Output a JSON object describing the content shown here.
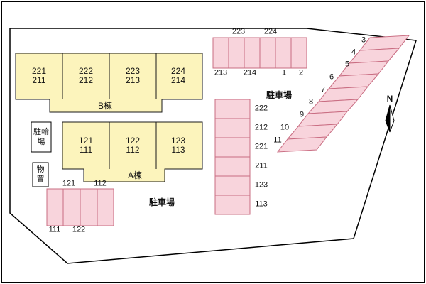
{
  "colors": {
    "building-fill": "#fcf4bc",
    "stall-fill": "#f8d4dc",
    "stall-stroke": "#c96d82"
  },
  "labels": {
    "parking_lot": "駐車場",
    "bicycle_lines": [
      "駐輪",
      "場"
    ],
    "storage_lines": [
      "物",
      "置"
    ],
    "north": "N"
  },
  "buildings": {
    "b": {
      "name": "B棟",
      "units": [
        {
          "upper": "221",
          "lower": "211"
        },
        {
          "upper": "222",
          "lower": "212"
        },
        {
          "upper": "223",
          "lower": "213"
        },
        {
          "upper": "224",
          "lower": "214"
        }
      ]
    },
    "a": {
      "name": "A棟",
      "units": [
        {
          "upper": "121",
          "lower": "111"
        },
        {
          "upper": "122",
          "lower": "112"
        },
        {
          "upper": "123",
          "lower": "113"
        }
      ]
    }
  },
  "parking": {
    "top_row": {
      "labels_above": [
        "223",
        "224"
      ],
      "labels_below": [
        "213",
        "214",
        "1",
        "2"
      ]
    },
    "diagonal_row": [
      "3",
      "4",
      "5",
      "6",
      "7",
      "8",
      "9",
      "10",
      "11"
    ],
    "east_column": [
      "222",
      "212",
      "221",
      "211",
      "123",
      "113"
    ],
    "southwest_row": {
      "labels_above": [
        "121",
        "112"
      ],
      "labels_below": [
        "111",
        "122"
      ]
    }
  }
}
